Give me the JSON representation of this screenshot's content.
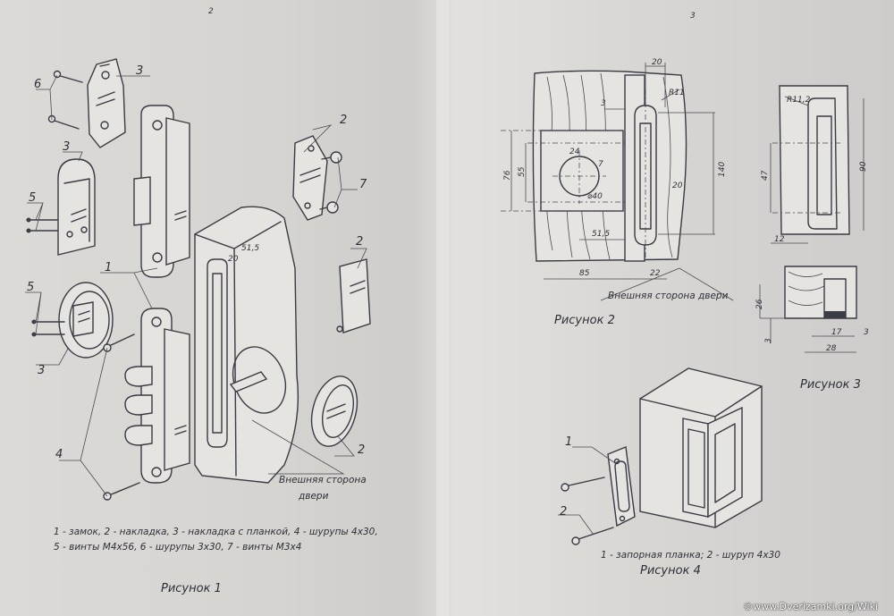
{
  "page_numbers": {
    "left": "2",
    "right": "3"
  },
  "figure1": {
    "caption": "Рисунок 1",
    "labels": [
      "1",
      "2",
      "3",
      "4",
      "5",
      "6",
      "7"
    ],
    "legend_line1": "1 - замок, 2 - накладка, 3 - накладка с планкой, 4 - шурупы 4х30,",
    "legend_line2": "5 - винты М4х56, 6 - шурупы 3х30, 7 - винты М3х4",
    "note_line1": "Внешняя сторона",
    "note_line2": "двери",
    "dims": [
      "20",
      "51,5"
    ]
  },
  "figure2": {
    "caption": "Рисунок 2",
    "note": "Внешняя сторона двери",
    "dims": [
      "20",
      "R11",
      "3",
      "24",
      "7",
      "76",
      "55",
      "140",
      "20",
      "⌀40",
      "51,5",
      "85",
      "22"
    ]
  },
  "figure3": {
    "caption": "Рисунок 3",
    "dims": [
      "R11,2",
      "47",
      "90",
      "12",
      "26",
      "3",
      "17",
      "3",
      "28"
    ]
  },
  "figure4": {
    "caption": "Рисунок 4",
    "labels": [
      "1",
      "2"
    ],
    "legend": "1 - запорная планка; 2 - шуруп 4х30"
  },
  "watermark": "©www.Dverizamki.org/Wiki"
}
